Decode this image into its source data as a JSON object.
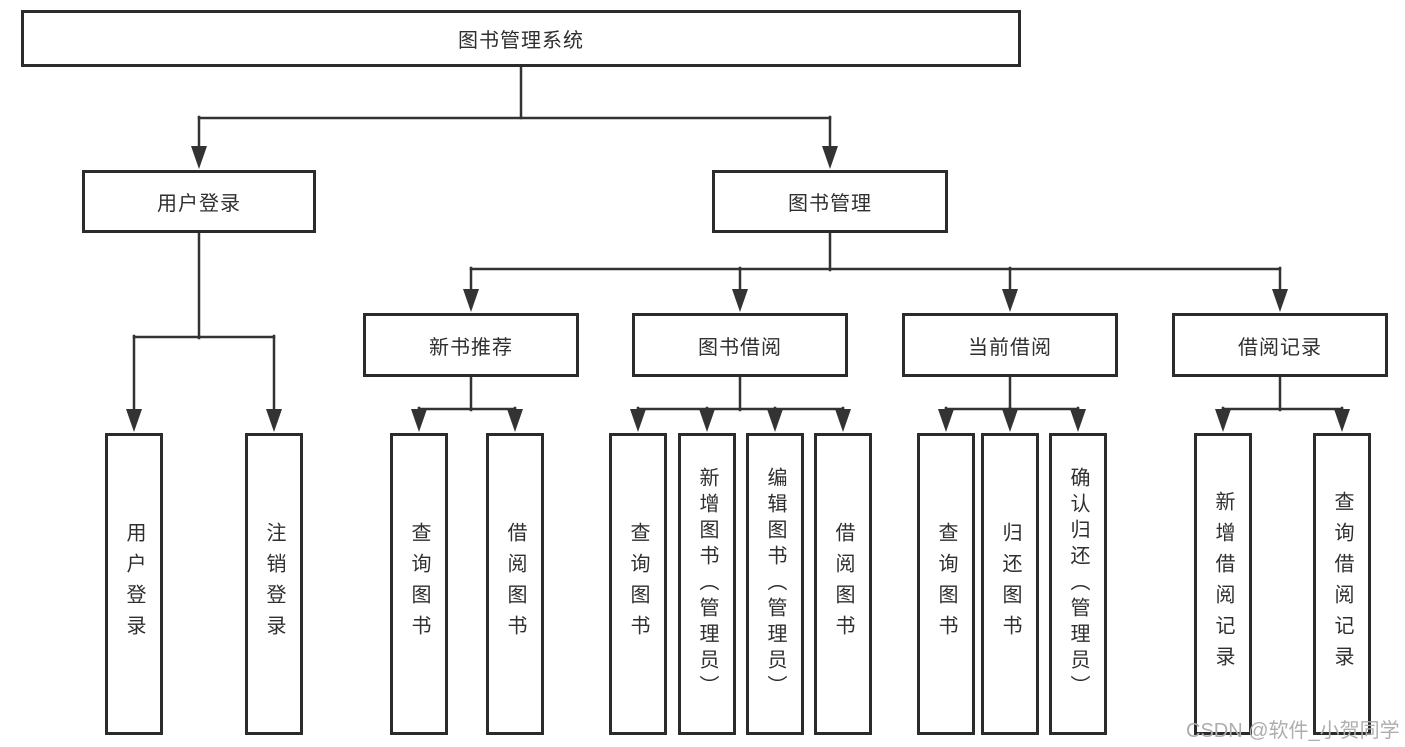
{
  "tree": {
    "label": "图书管理系统",
    "children": [
      {
        "label": "用户登录",
        "children": [
          {
            "label": "用户登录"
          },
          {
            "label": "注销登录"
          }
        ]
      },
      {
        "label": "图书管理",
        "children": [
          {
            "label": "新书推荐",
            "children": [
              {
                "label": "查询图书"
              },
              {
                "label": "借阅图书"
              }
            ]
          },
          {
            "label": "图书借阅",
            "children": [
              {
                "label": "查询图书"
              },
              {
                "label": "新增图书（管理员）"
              },
              {
                "label": "编辑图书（管理员）"
              },
              {
                "label": "借阅图书"
              }
            ]
          },
          {
            "label": "当前借阅",
            "children": [
              {
                "label": "查询图书"
              },
              {
                "label": "归还图书"
              },
              {
                "label": "确认归还（管理员）"
              }
            ]
          },
          {
            "label": "借阅记录",
            "children": [
              {
                "label": "新增借阅记录"
              },
              {
                "label": "查询借阅记录"
              }
            ]
          }
        ]
      }
    ]
  },
  "watermark": {
    "text": "CSDN @软件_小贺同学"
  },
  "colors": {
    "line": "#333333",
    "border": "#2b2b2b",
    "text": "#2f2f2f",
    "watermark": "#aeaeae",
    "bg": "#ffffff"
  }
}
